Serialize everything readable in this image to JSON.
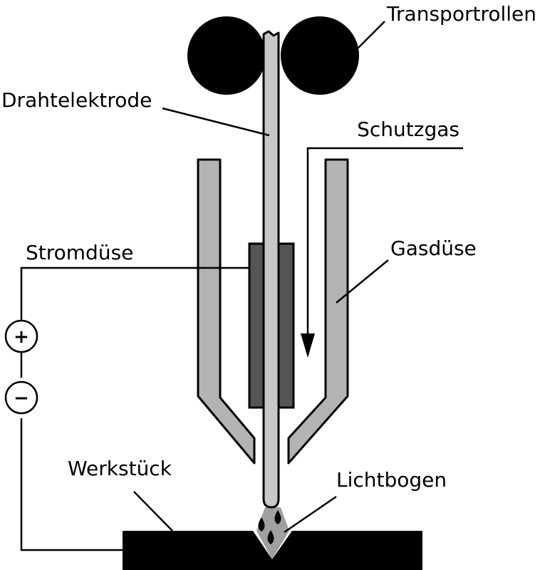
{
  "labels": {
    "transportrollen": "Transportrollen",
    "drahtelektrode": "Drahtelektrode",
    "schutzgas": "Schutzgas",
    "stromduese": "Stromdüse",
    "gasduese": "Gasdüse",
    "werkstueck": "Werkstück",
    "lichtbogen": "Lichtbogen"
  },
  "polarity": {
    "plus": "+",
    "minus": "−"
  },
  "colors": {
    "outline": "#000000",
    "nozzle_fill": "#b3b3b3",
    "contact_tip_fill": "#555555",
    "wire_fill": "#c8c8c8",
    "arc_fill": "#a0a0a0",
    "roller_fill": "#000000",
    "workpiece_fill": "#000000"
  }
}
